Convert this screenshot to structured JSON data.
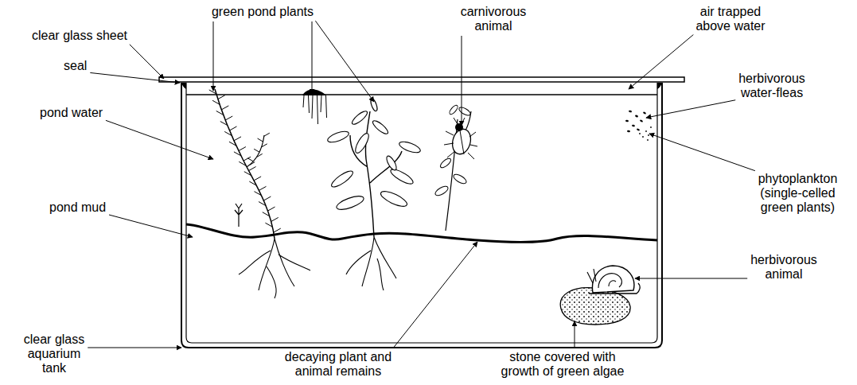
{
  "diagram": {
    "labels": [
      "clear glass sheet",
      "green pond plants",
      "carnivorous animal",
      "air trapped above water",
      "herbivorous water-fleas",
      "seal",
      "pond water",
      "phytoplankton (single-celled green plants)",
      "pond mud",
      "herbivorous animal",
      "clear glass aquarium tank",
      "decaying plant and animal remains",
      "stone covered with growth of green algae"
    ]
  }
}
